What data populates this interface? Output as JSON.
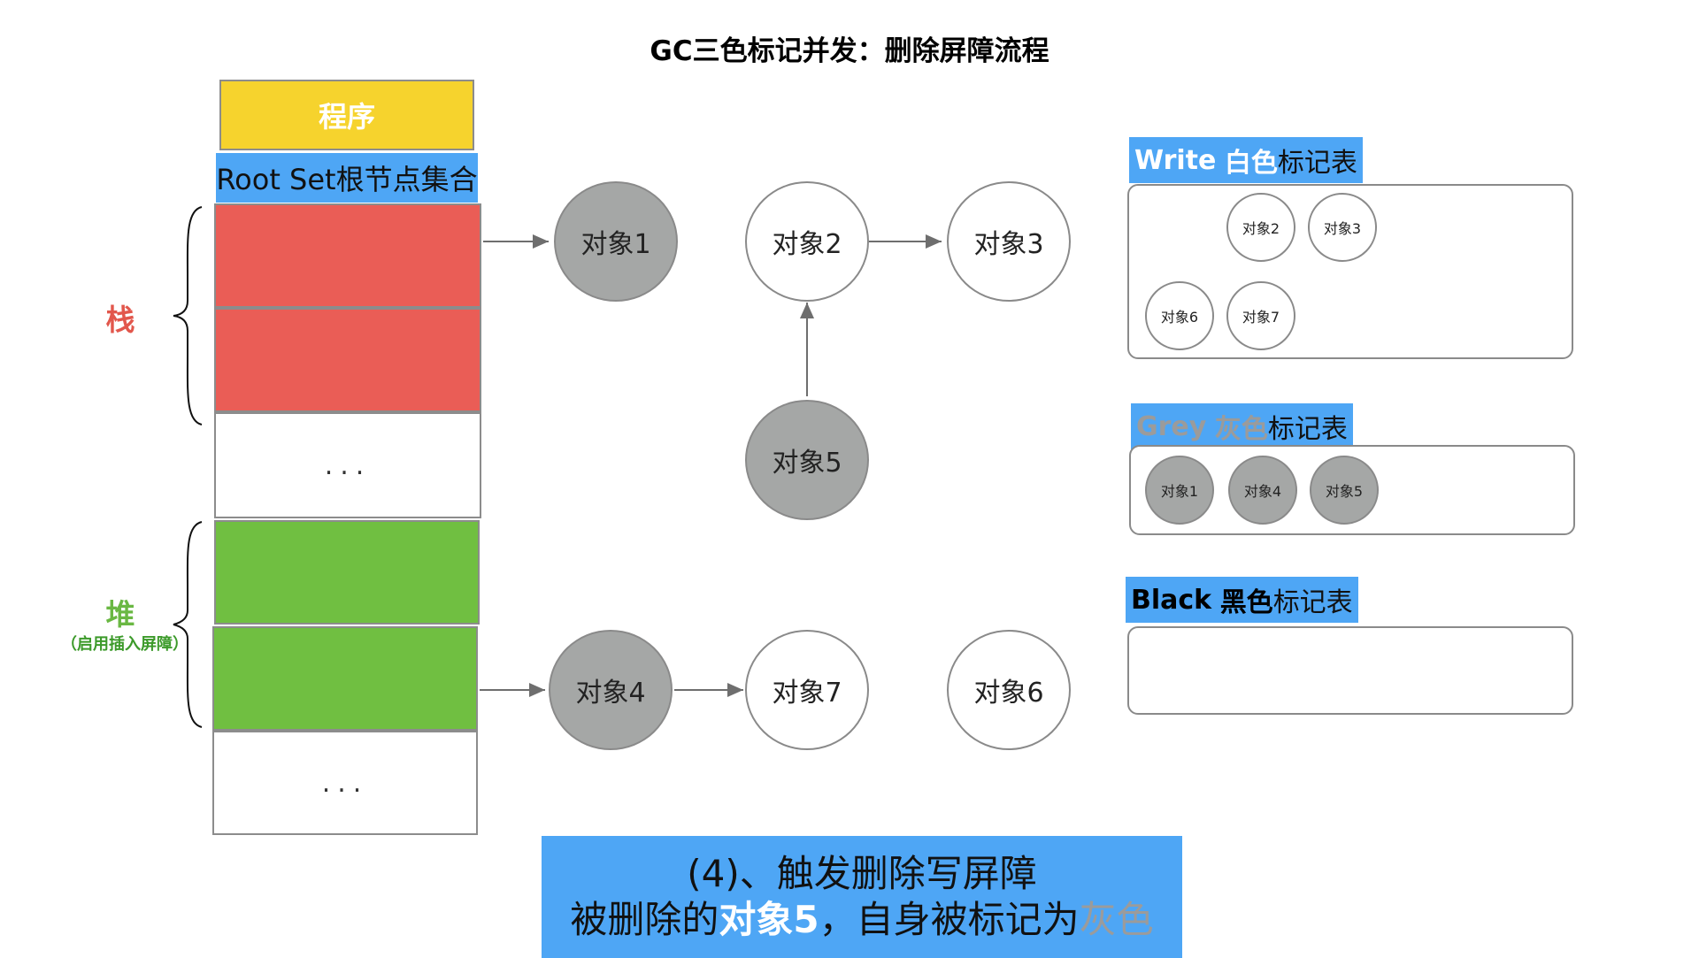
{
  "title": "GC三色标记并发：删除屏障流程",
  "program_label": "程序",
  "root_set_label": "Root Set根节点集合",
  "stack_label": "栈",
  "heap_label": "堆",
  "heap_note": "（启用插入屏障）",
  "ellipsis": "...",
  "nodes": {
    "obj1": "对象1",
    "obj2": "对象2",
    "obj3": "对象3",
    "obj4": "对象4",
    "obj5": "对象5",
    "obj6": "对象6",
    "obj7": "对象7"
  },
  "white_table": {
    "title_en": "Write",
    "title_color": "白色",
    "title_suffix": "标记表",
    "items": [
      "对象2",
      "对象3",
      "对象6",
      "对象7"
    ]
  },
  "grey_table": {
    "title_en": "Grey",
    "title_color": "灰色",
    "title_suffix": "标记表",
    "items": [
      "对象1",
      "对象4",
      "对象5"
    ]
  },
  "black_table": {
    "title_en": "Black",
    "title_color": "黑色",
    "title_suffix": "标记表",
    "items": []
  },
  "caption": {
    "line1": "(4)、触发删除写屏障",
    "line2_a": "被删除的",
    "line2_b": "对象5",
    "line2_c": "，自身被标记为",
    "line2_d": "灰色"
  },
  "colors": {
    "program": "#f6d32d",
    "header_blue": "#4ea6f5",
    "stack_red": "#ea5d56",
    "heap_green": "#70bf41",
    "grey_node": "#a5a7a6"
  }
}
